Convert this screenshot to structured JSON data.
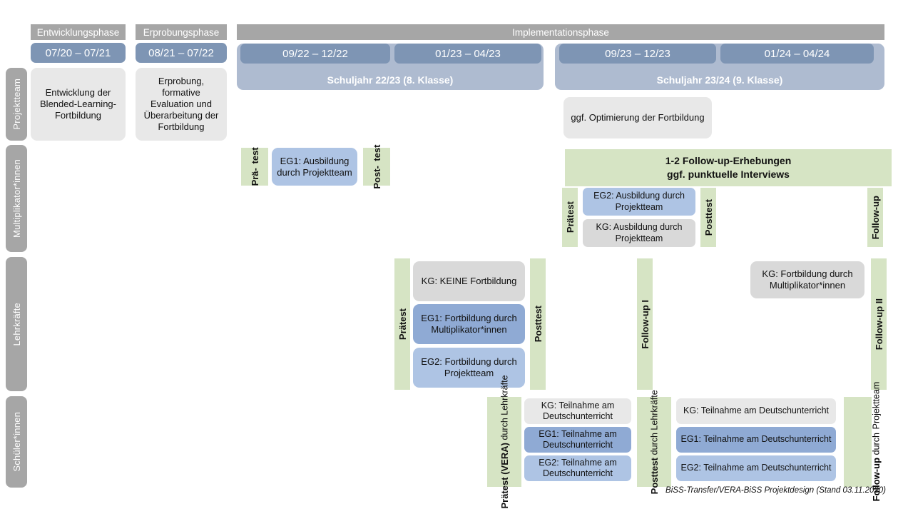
{
  "diagram": {
    "title": "BiSS-Transfer/VERA-BiSS Projektdesign",
    "footer": "BiSS-Transfer/VERA-BiSS Projektdesign (Stand 03.11.2020)",
    "colors": {
      "phase_header": "#a6a6a6",
      "date_pill": "#7e95b4",
      "schoolyear": "#aebbd0",
      "row_label": "#a6a6a6",
      "grey_box": "#e8e8e8",
      "grey_box_dark": "#d9d9d9",
      "blue_dark": "#7d9ccd",
      "blue_mid": "#8faad4",
      "blue_light": "#aec4e4",
      "green_test": "#d6e4c4"
    }
  },
  "phases": [
    {
      "label": "Entwicklungsphase"
    },
    {
      "label": "Erprobungsphase"
    },
    {
      "label": "Implementationsphase"
    }
  ],
  "periods": [
    {
      "label": "07/20 – 07/21"
    },
    {
      "label": "08/21 – 07/22"
    },
    {
      "label": "09/22 – 12/22"
    },
    {
      "label": "01/23 – 04/23"
    },
    {
      "label": "09/23 – 12/23"
    },
    {
      "label": "01/24 – 04/24"
    }
  ],
  "school_years": [
    {
      "label": "Schuljahr 22/23 (8. Klasse)"
    },
    {
      "label": "Schuljahr 23/24 (9. Klasse)"
    }
  ],
  "rows": [
    {
      "label": "Projektteam"
    },
    {
      "label": "Multiplikator*innen"
    },
    {
      "label": "Lehrkräfte"
    },
    {
      "label": "Schüler*innen"
    }
  ],
  "projektteam": {
    "entwicklung": "Entwicklung der Blended-Learning-Fortbildung",
    "erprobung": "Erprobung, formative Evaluation und Überarbeitung der Fortbildung",
    "optimierung": "ggf. Optimierung der Fortbildung"
  },
  "multiplikatoren": {
    "praetest_1": "Prä-\ntest",
    "praetest_1_line1": "Prä-",
    "praetest_1_line2": "test",
    "eg1": "EG1: Ausbildung durch Projektteam",
    "posttest_1_line1": "Post-",
    "posttest_1_line2": "test",
    "banner_line1": "1-2 Follow-up-Erhebungen",
    "banner_line2": "ggf. punktuelle Interviews",
    "praetest_2": "Prätest",
    "eg2": "EG2: Ausbildung durch Projektteam",
    "kg": "KG: Ausbildung durch Projektteam",
    "posttest_2": "Posttest",
    "followup": "Follow-up"
  },
  "lehrkraefte": {
    "praetest": "Prätest",
    "kg_keine": "KG:  KEINE Fortbildung",
    "eg1": "EG1: Fortbildung durch Multiplikator*innen",
    "eg2": "EG2: Fortbildung durch Projektteam",
    "posttest": "Posttest",
    "followup_1": "Follow-up I",
    "kg_multi": "KG: Fortbildung durch Multiplikator*innen",
    "followup_2": "Follow-up II"
  },
  "schuelerinnen": {
    "praetest_main": "Prätest (VERA)",
    "praetest_sub": "durch Lehrkräfte",
    "block1": [
      {
        "label": "KG: Teilnahme am Deutschunterricht",
        "style": "grey"
      },
      {
        "label": "EG1: Teilnahme am Deutschunterricht",
        "style": "blue-dark"
      },
      {
        "label": "EG2: Teilnahme am Deutschunterricht",
        "style": "blue-light"
      }
    ],
    "posttest_main": "Posttest",
    "posttest_sub": "durch Lehrkräfte",
    "block2": [
      {
        "label": "KG: Teilnahme am Deutschunterricht",
        "style": "grey"
      },
      {
        "label": "EG1: Teilnahme am Deutschunterricht",
        "style": "blue-dark"
      },
      {
        "label": "EG2: Teilnahme am Deutschunterricht",
        "style": "blue-light"
      }
    ],
    "followup_main": "Follow-up",
    "followup_sub1": "durch",
    "followup_sub2": "Projektteam"
  }
}
